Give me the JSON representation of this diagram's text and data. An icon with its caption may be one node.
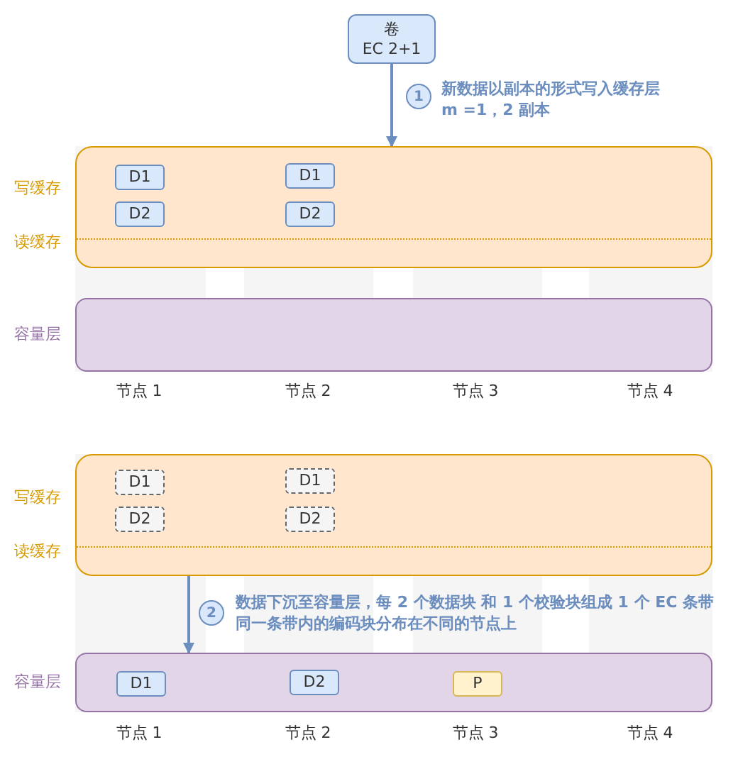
{
  "diagram": {
    "nodes": [
      {
        "text": [
          "卷",
          "EC 2+1"
        ]
      },
      {
        "text": [],
        "shape": "box",
        "beside": [
          "写缓存",
          "读缓存"
        ]
      },
      {
        "text": [
          "D1"
        ],
        "in": 1
      },
      {
        "text": [
          "D1"
        ],
        "in": 1
      },
      {
        "text": [
          "D2"
        ],
        "in": 1
      },
      {
        "text": [
          "D2"
        ],
        "in": 1
      },
      {
        "text": [],
        "shape": "box",
        "beside": [
          "容量层"
        ]
      },
      {
        "text": [],
        "shape": "box",
        "beside": [
          "写缓存",
          "读缓存"
        ]
      },
      {
        "text": [
          "D1"
        ],
        "in": 7
      },
      {
        "text": [
          "D1"
        ],
        "in": 7
      },
      {
        "text": [
          "D2"
        ],
        "in": 7
      },
      {
        "text": [
          "D2"
        ],
        "in": 7
      },
      {
        "text": [],
        "shape": "box",
        "beside": [
          "容量层"
        ]
      },
      {
        "text": [
          "D1"
        ],
        "in": 12
      },
      {
        "text": [
          "D2"
        ],
        "in": 12
      },
      {
        "text": [
          "P"
        ],
        "in": 12
      }
    ],
    "edges": [
      {
        "from": 0,
        "to": 1,
        "arrow": "to",
        "label": "新数据以副本的形式写入缓存层 m =1，2 副本"
      },
      {
        "from": 7,
        "to": 12,
        "arrow": "to",
        "label": "数据下沉至容量层，每 2 个数据块 和 1 个校验块组成 1 个 EC 条带同一条带内的编码块分布在不同的节点上"
      }
    ],
    "labels": [
      "1",
      "节点 1",
      "节点 2",
      "节点 3",
      "节点 4",
      "2",
      "节点 1",
      "节点 2",
      "节点 3",
      "节点 4"
    ]
  }
}
